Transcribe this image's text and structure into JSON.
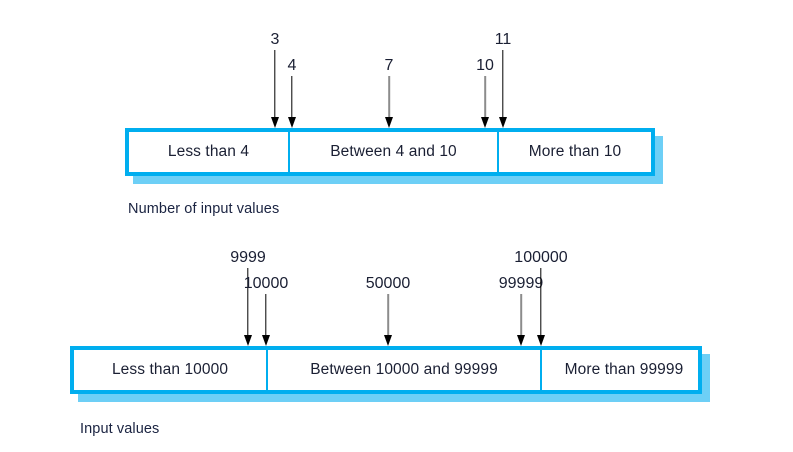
{
  "colors": {
    "border": "#00AEEF",
    "shadow": "#6DCFF6",
    "text": "#1A1F33",
    "arrow_black": "#000000",
    "arrow_gray": "#8c8c8c",
    "background": "#FFFFFF"
  },
  "diagrams": [
    {
      "id": "number-of-input-values",
      "caption": "Number of input values",
      "partitions": [
        {
          "label": "Less than 4"
        },
        {
          "label": "Between 4 and 10"
        },
        {
          "label": "More than 10"
        }
      ],
      "markers": [
        {
          "value": "3",
          "style": "black",
          "tall": true
        },
        {
          "value": "4",
          "style": "black",
          "tall": false
        },
        {
          "value": "7",
          "style": "gray",
          "tall": false
        },
        {
          "value": "10",
          "style": "gray",
          "tall": false
        },
        {
          "value": "11",
          "style": "black",
          "tall": true
        }
      ]
    },
    {
      "id": "input-values",
      "caption": "Input values",
      "partitions": [
        {
          "label": "Less than 10000"
        },
        {
          "label": "Between 10000 and 99999"
        },
        {
          "label": "More than 99999"
        }
      ],
      "markers": [
        {
          "value": "9999",
          "style": "black",
          "tall": true
        },
        {
          "value": "10000",
          "style": "black",
          "tall": false
        },
        {
          "value": "50000",
          "style": "gray",
          "tall": false
        },
        {
          "value": "99999",
          "style": "gray",
          "tall": false
        },
        {
          "value": "100000",
          "style": "black",
          "tall": true
        }
      ]
    }
  ]
}
